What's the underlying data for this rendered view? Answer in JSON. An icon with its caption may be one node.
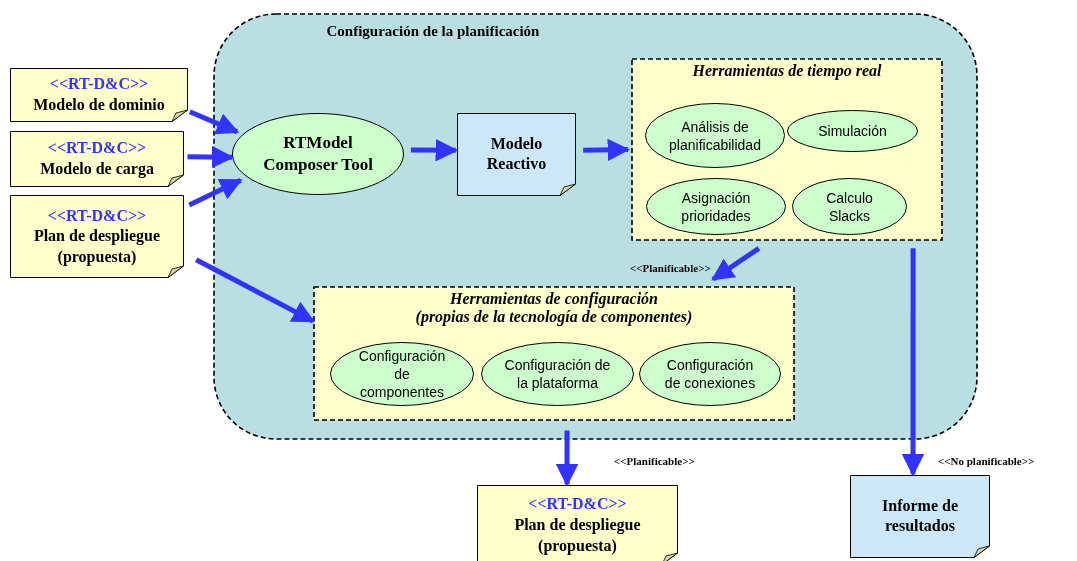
{
  "diagram": {
    "nodes": [
      {
        "text": [
          "Configuración de la planificación"
        ]
      },
      {
        "text": [
          "<<RT-D&C>>",
          "Modelo de dominio"
        ]
      },
      {
        "text": [
          "<<RT-D&C>>",
          "Modelo de carga"
        ]
      },
      {
        "text": [
          "<<RT-D&C>>",
          "Plan de despliegue (propuesta)"
        ]
      },
      {
        "text": [
          "RTModel Composer Tool"
        ],
        "in": 0
      },
      {
        "text": [
          "Modelo Reactivo"
        ],
        "in": 0
      },
      {
        "text": [
          "Herramientas de tiempo real"
        ],
        "in": 0
      },
      {
        "text": [
          "Análisis de planificabilidad"
        ],
        "in": 6
      },
      {
        "text": [
          "Simulación"
        ],
        "in": 6
      },
      {
        "text": [
          "Asignación prioridades"
        ],
        "in": 6
      },
      {
        "text": [
          "Calculo Slacks"
        ],
        "in": 6
      },
      {
        "text": [
          "Herramientas de configuración",
          "(propias de la tecnología de componentes)"
        ],
        "in": 0
      },
      {
        "text": [
          "Configuración de componentes"
        ],
        "in": 11
      },
      {
        "text": [
          "Configuración de la plataforma"
        ],
        "in": 11
      },
      {
        "text": [
          "Configuración de conexiones"
        ],
        "in": 11
      },
      {
        "text": [
          "<<RT-D&C>>",
          "Plan de despliegue (propuesta)"
        ]
      },
      {
        "text": [
          "Informe de resultados"
        ]
      }
    ],
    "edges": [
      {
        "from": 1,
        "to": 4,
        "arrow": "to"
      },
      {
        "from": 2,
        "to": 4,
        "arrow": "to"
      },
      {
        "from": 3,
        "to": 4,
        "arrow": "to"
      },
      {
        "from": 3,
        "to": 11,
        "arrow": "to"
      },
      {
        "from": 4,
        "to": 5,
        "arrow": "to"
      },
      {
        "from": 5,
        "to": 6,
        "arrow": "to"
      },
      {
        "from": 6,
        "to": 11,
        "arrow": "to",
        "label": "<<Planificable>>"
      },
      {
        "from": 11,
        "to": 15,
        "arrow": "to",
        "label": "<<Planificable>>"
      },
      {
        "from": 6,
        "to": 16,
        "arrow": "to",
        "label": "<<No planificable>>"
      }
    ]
  }
}
